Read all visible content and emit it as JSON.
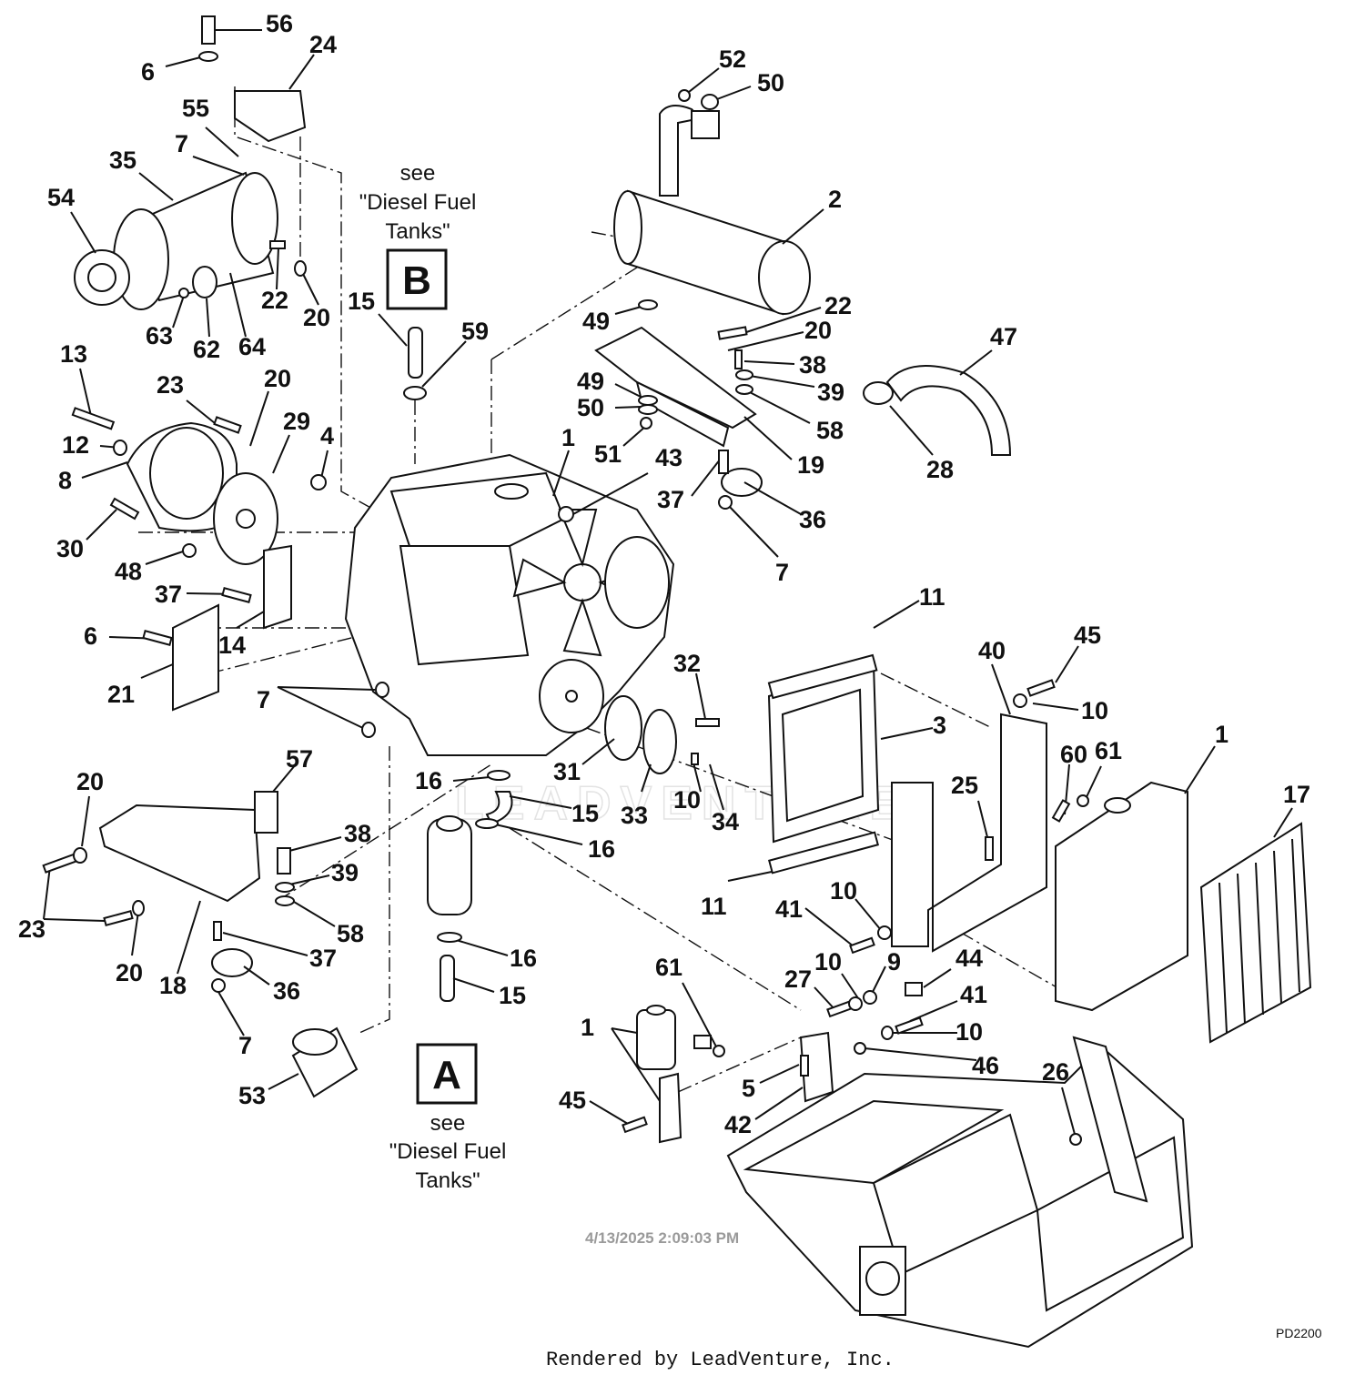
{
  "callouts": [
    {
      "text": "56"
    },
    {
      "text": "24"
    },
    {
      "text": "6"
    },
    {
      "text": "55"
    },
    {
      "text": "7"
    },
    {
      "text": "35"
    },
    {
      "text": "54"
    },
    {
      "text": "22"
    },
    {
      "text": "20"
    },
    {
      "text": "63"
    },
    {
      "text": "62"
    },
    {
      "text": "64"
    },
    {
      "text": "15"
    },
    {
      "text": "59"
    },
    {
      "text": "13"
    },
    {
      "text": "23"
    },
    {
      "text": "20"
    },
    {
      "text": "12"
    },
    {
      "text": "29"
    },
    {
      "text": "4"
    },
    {
      "text": "8"
    },
    {
      "text": "30"
    },
    {
      "text": "48"
    },
    {
      "text": "37"
    },
    {
      "text": "14"
    },
    {
      "text": "6"
    },
    {
      "text": "21"
    },
    {
      "text": "7"
    },
    {
      "text": "52"
    },
    {
      "text": "50"
    },
    {
      "text": "2"
    },
    {
      "text": "22"
    },
    {
      "text": "49"
    },
    {
      "text": "20"
    },
    {
      "text": "47"
    },
    {
      "text": "38"
    },
    {
      "text": "49"
    },
    {
      "text": "39"
    },
    {
      "text": "50"
    },
    {
      "text": "58"
    },
    {
      "text": "51"
    },
    {
      "text": "28"
    },
    {
      "text": "19"
    },
    {
      "text": "1"
    },
    {
      "text": "43"
    },
    {
      "text": "37"
    },
    {
      "text": "36"
    },
    {
      "text": "7"
    },
    {
      "text": "11"
    },
    {
      "text": "40"
    },
    {
      "text": "45"
    },
    {
      "text": "32"
    },
    {
      "text": "10"
    },
    {
      "text": "3"
    },
    {
      "text": "1"
    },
    {
      "text": "60"
    },
    {
      "text": "61"
    },
    {
      "text": "31"
    },
    {
      "text": "16"
    },
    {
      "text": "15"
    },
    {
      "text": "33"
    },
    {
      "text": "10"
    },
    {
      "text": "34"
    },
    {
      "text": "25"
    },
    {
      "text": "17"
    },
    {
      "text": "16"
    },
    {
      "text": "20"
    },
    {
      "text": "57"
    },
    {
      "text": "38"
    },
    {
      "text": "39"
    },
    {
      "text": "58"
    },
    {
      "text": "23"
    },
    {
      "text": "20"
    },
    {
      "text": "18"
    },
    {
      "text": "37"
    },
    {
      "text": "36"
    },
    {
      "text": "7"
    },
    {
      "text": "11"
    },
    {
      "text": "41"
    },
    {
      "text": "10"
    },
    {
      "text": "9"
    },
    {
      "text": "44"
    },
    {
      "text": "27"
    },
    {
      "text": "10"
    },
    {
      "text": "41"
    },
    {
      "text": "10"
    },
    {
      "text": "16"
    },
    {
      "text": "15"
    },
    {
      "text": "61"
    },
    {
      "text": "1"
    },
    {
      "text": "53"
    },
    {
      "text": "46"
    },
    {
      "text": "5"
    },
    {
      "text": "42"
    },
    {
      "text": "26"
    },
    {
      "text": "45"
    }
  ],
  "references": [
    {
      "letter": "B",
      "line1": "see",
      "line2": "\"Diesel Fuel",
      "line3": "Tanks\""
    },
    {
      "letter": "A",
      "line1": "see",
      "line2": "\"Diesel Fuel",
      "line3": "Tanks\""
    }
  ],
  "timestamp": "4/13/2025 2:09:03 PM",
  "drawing_code": "PD2200",
  "footer": "Rendered by LeadVenture, Inc.",
  "watermark": "LEADVENTURE"
}
